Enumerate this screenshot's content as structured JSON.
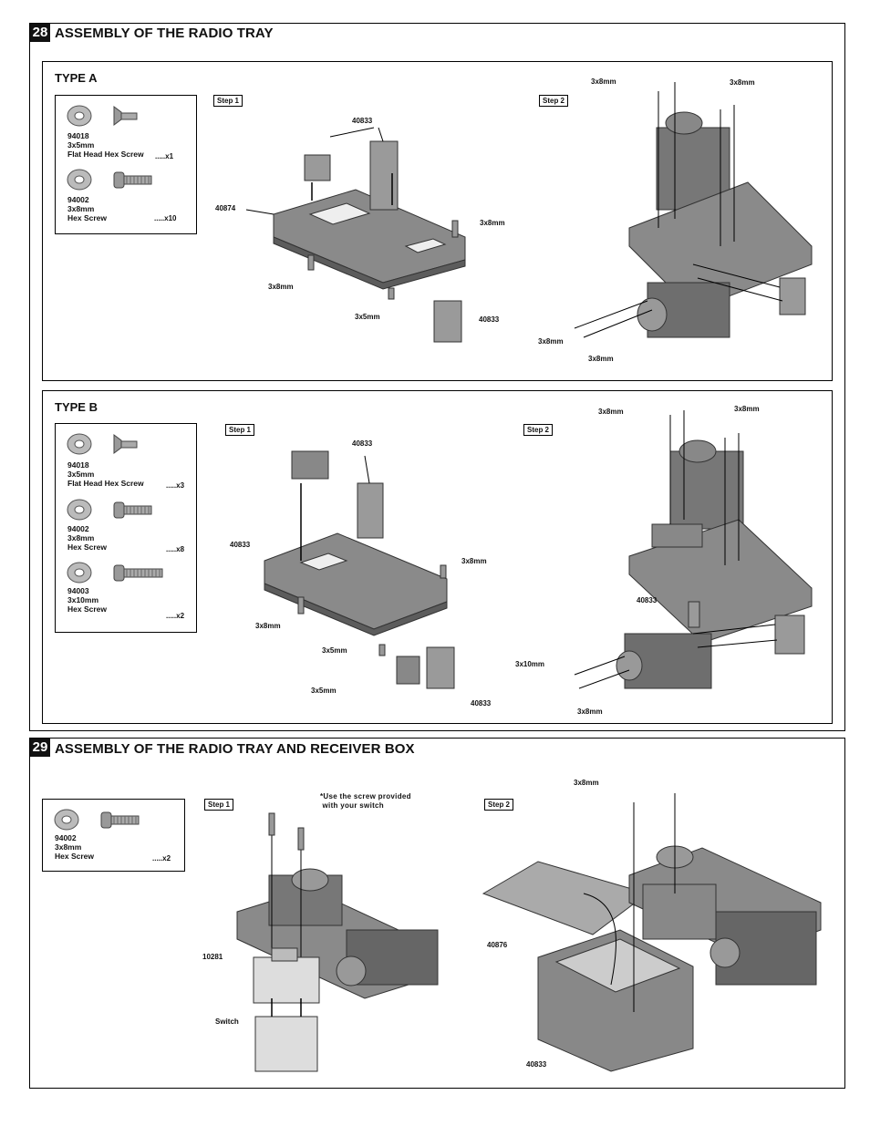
{
  "sec28": {
    "number": "28",
    "title": "ASSEMBLY OF THE RADIO TRAY",
    "typeA": {
      "label": "TYPE A",
      "parts": [
        {
          "code": "94018",
          "size": "3x5mm",
          "name": "Flat Head Hex Screw",
          "qty": ".....x1",
          "icon": "flat-head-screw"
        },
        {
          "code": "94002",
          "size": "3x8mm",
          "name": "Hex Screw",
          "qty": ".....x10",
          "icon": "hex-screw"
        }
      ],
      "step1": {
        "label": "Step 1",
        "callouts": {
          "top": "40833",
          "plate": "40874",
          "screw_r": "3x8mm",
          "screw_l": "3x8mm",
          "screw_c": "3x5mm",
          "post": "40833"
        }
      },
      "step2": {
        "label": "Step 2",
        "callouts": {
          "top_l": "3x8mm",
          "top_r": "3x8mm",
          "left": "3x8mm",
          "bottom": "3x8mm"
        }
      }
    },
    "typeB": {
      "label": "TYPE B",
      "parts": [
        {
          "code": "94018",
          "size": "3x5mm",
          "name": "Flat Head Hex Screw",
          "qty": ".....x3",
          "icon": "flat-head-screw"
        },
        {
          "code": "94002",
          "size": "3x8mm",
          "name": "Hex Screw",
          "qty": ".....x8",
          "icon": "hex-screw"
        },
        {
          "code": "94003",
          "size": "3x10mm",
          "name": "Hex Screw",
          "qty": ".....x2",
          "icon": "long-hex-screw"
        }
      ],
      "step1": {
        "label": "Step 1",
        "callouts": {
          "top": "40833",
          "plate": "40833",
          "screw_r": "3x8mm",
          "screw_l": "3x8mm",
          "screw_c": "3x5mm",
          "screw_pair": "3x5mm",
          "post": "40833"
        }
      },
      "step2": {
        "label": "Step 2",
        "callouts": {
          "top_l": "3x8mm",
          "top_r": "3x8mm",
          "mount": "40833",
          "left": "3x10mm",
          "bottom": "3x8mm"
        }
      }
    }
  },
  "sec29": {
    "number": "29",
    "title": "ASSEMBLY OF THE RADIO TRAY AND RECEIVER BOX",
    "parts": [
      {
        "code": "94002",
        "size": "3x8mm",
        "name": "Hex Screw",
        "qty": ".....x2",
        "icon": "hex-screw"
      }
    ],
    "step1": {
      "label": "Step 1",
      "note": "*Use the screw provided\n with your switch",
      "callouts": {
        "receiver": "10281",
        "switch": "Switch"
      }
    },
    "step2": {
      "label": "Step 2",
      "callouts": {
        "screw": "3x8mm",
        "lid": "40876",
        "box": "40833"
      }
    }
  }
}
